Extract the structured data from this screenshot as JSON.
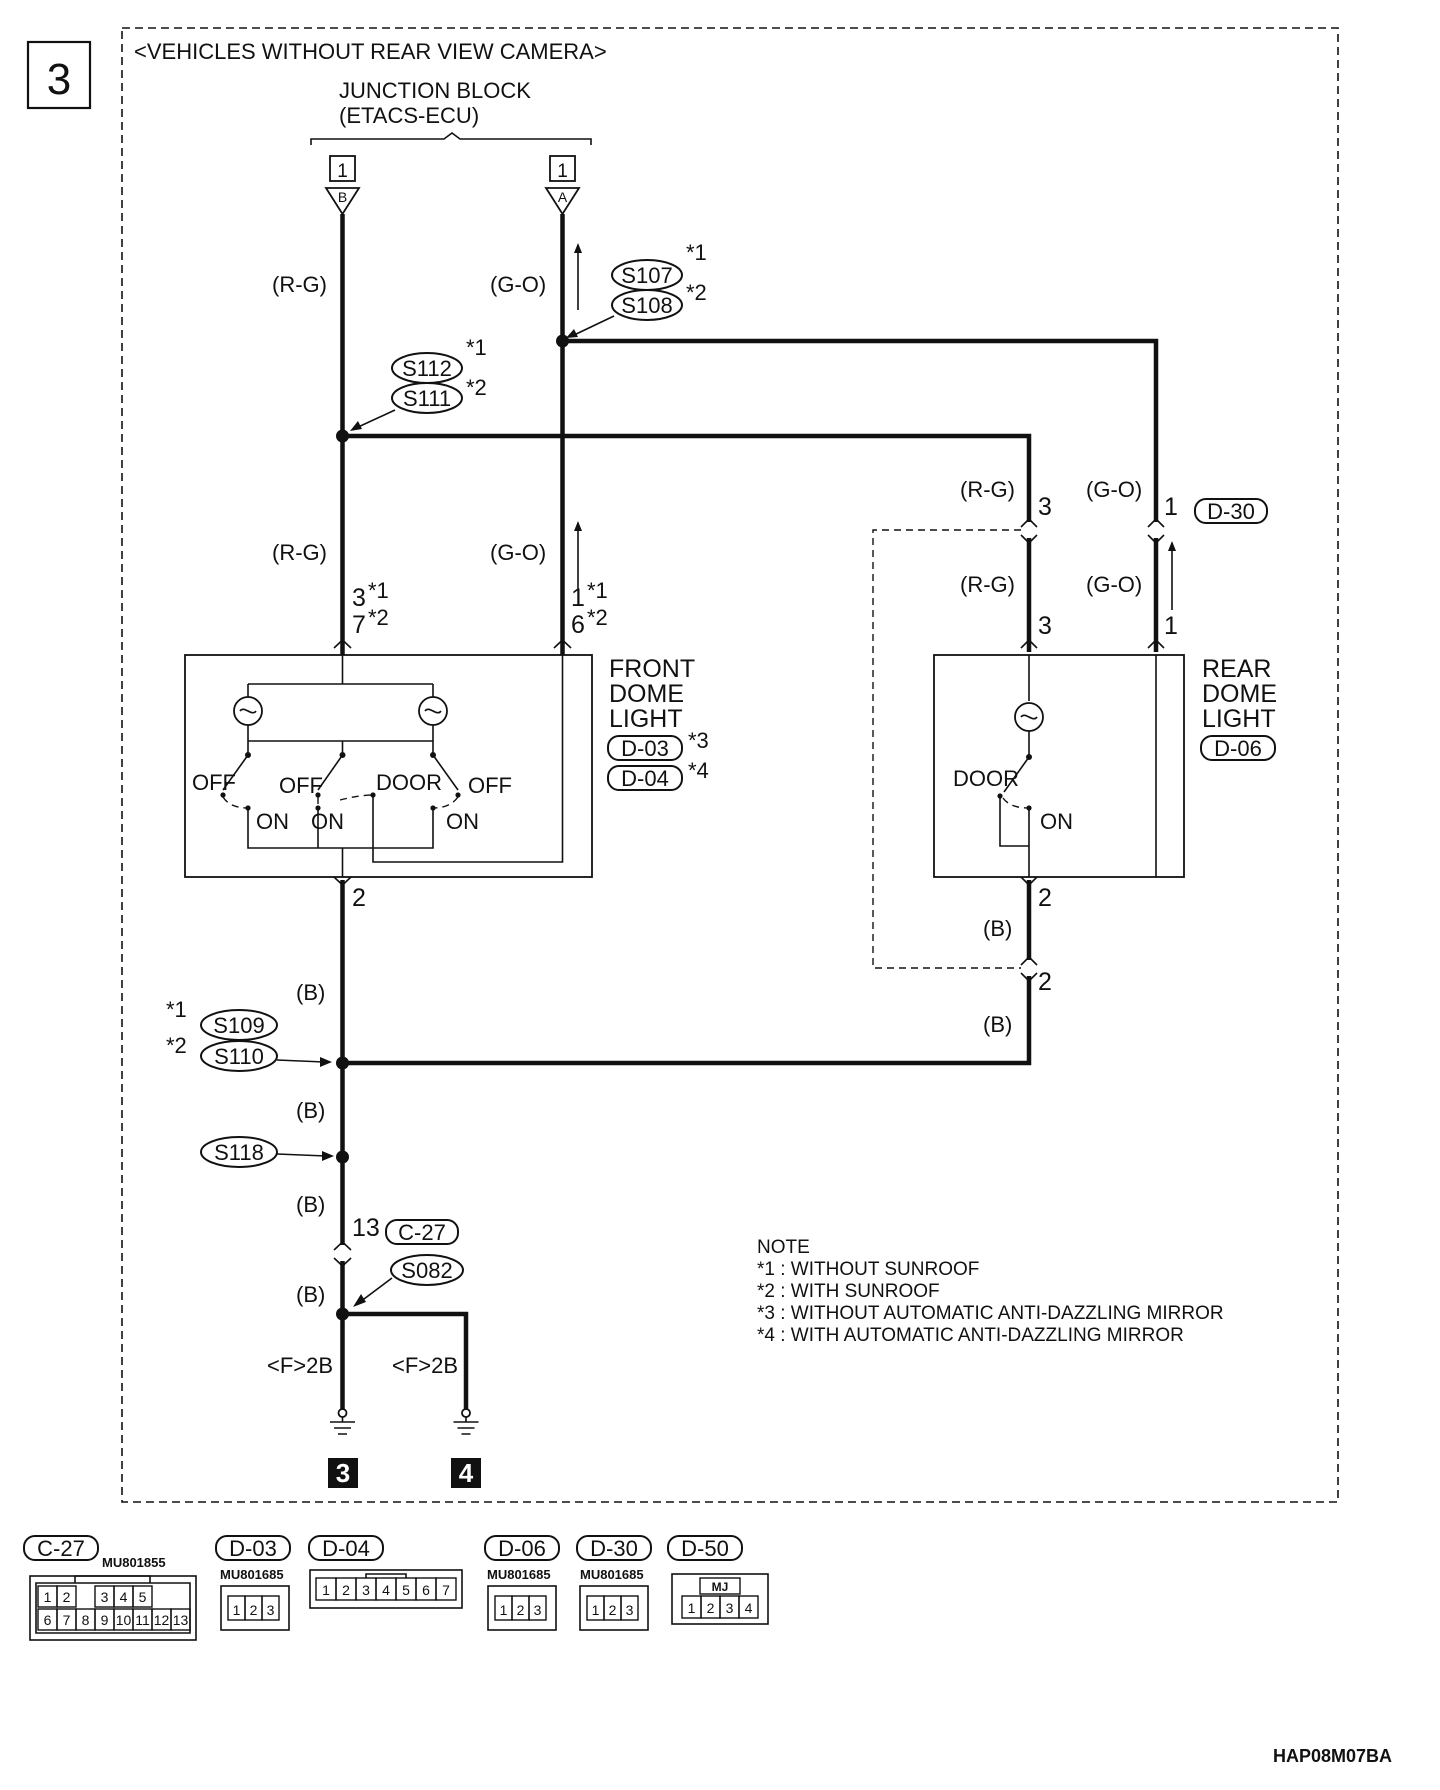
{
  "diagram_number": "3",
  "heading": "<VEHICLES WITHOUT REAR VIEW CAMERA>",
  "junction_block": {
    "line1": "JUNCTION BLOCK",
    "line2": "(ETACS-ECU)"
  },
  "terminals": {
    "b_num": "1",
    "b_letter": "B",
    "a_num": "1",
    "a_letter": "A"
  },
  "wires": {
    "rg": "(R-G)",
    "go": "(G-O)",
    "b": "(B)"
  },
  "splices": {
    "s107": "S107",
    "s108": "S108",
    "s112": "S112",
    "s111": "S111",
    "s109": "S109",
    "s110": "S110",
    "s118": "S118",
    "s082": "S082"
  },
  "asterisks": {
    "a1": "*1",
    "a2": "*2",
    "a3": "*3",
    "a4": "*4"
  },
  "pins": {
    "front_rg_1": "3",
    "front_rg_2": "7",
    "front_go_1": "1",
    "front_go_2": "6",
    "front_gnd": "2",
    "rear_rg_top": "3",
    "rear_go_top": "1",
    "rear_rg": "3",
    "rear_go": "1",
    "rear_gnd": "2",
    "rear_gnd2": "2",
    "c27": "13"
  },
  "front_dome": {
    "title1": "FRONT",
    "title2": "DOME",
    "title3": "LIGHT",
    "conn1": "D-03",
    "conn2": "D-04",
    "sw_off": "OFF",
    "sw_on": "ON",
    "sw_door": "DOOR"
  },
  "rear_dome": {
    "title1": "REAR",
    "title2": "DOME",
    "title3": "LIGHT",
    "conn": "D-06",
    "sw_door": "DOOR",
    "sw_on": "ON"
  },
  "connectors": {
    "d30": "D-30",
    "c27": "C-27"
  },
  "grounds": {
    "g1_label": "<F>2B",
    "g2_label": "<F>2B",
    "g1_num": "3",
    "g2_num": "4"
  },
  "note": {
    "title": "NOTE",
    "l1": "*1 : WITHOUT SUNROOF",
    "l2": "*2 : WITH SUNROOF",
    "l3": "*3 : WITHOUT AUTOMATIC ANTI-DAZZLING MIRROR",
    "l4": "*4 : WITH AUTOMATIC ANTI-DAZZLING MIRROR"
  },
  "legend": {
    "c27": {
      "name": "C-27",
      "part": "MU801855",
      "row1": [
        "1",
        "2",
        "",
        "3",
        "4",
        "5"
      ],
      "row2": [
        "6",
        "7",
        "8",
        "9",
        "10",
        "11",
        "12",
        "13"
      ]
    },
    "d03": {
      "name": "D-03",
      "part": "MU801685",
      "pins": [
        "1",
        "2",
        "3"
      ]
    },
    "d04": {
      "name": "D-04",
      "pins": [
        "1",
        "2",
        "3",
        "4",
        "5",
        "6",
        "7"
      ]
    },
    "d06": {
      "name": "D-06",
      "part": "MU801685",
      "pins": [
        "1",
        "2",
        "3"
      ]
    },
    "d30": {
      "name": "D-30",
      "part": "MU801685",
      "pins": [
        "1",
        "2",
        "3"
      ]
    },
    "d50": {
      "name": "D-50",
      "tag": "MJ",
      "pins": [
        "1",
        "2",
        "3",
        "4"
      ]
    }
  },
  "figure_code": "HAP08M07BA"
}
